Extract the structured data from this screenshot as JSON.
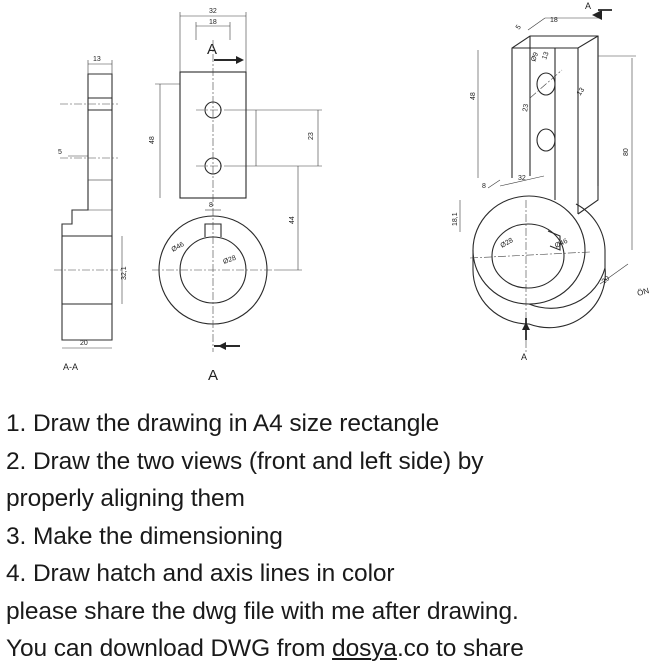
{
  "drawing": {
    "section_view": {
      "caption": "A-A",
      "dims": {
        "top_width": "13",
        "step": "5",
        "lower_height": "32,1",
        "base_width": "20"
      }
    },
    "front_view": {
      "section_letter_top": "A",
      "section_letter_bottom": "A",
      "dims": {
        "overall_width": "32",
        "inner_width": "18",
        "height": "48",
        "hole_spacing": "23",
        "center_distance": "44",
        "keyway_width": "8",
        "outer_diameter": "Ø46",
        "inner_diameter": "Ø28"
      }
    },
    "iso_view": {
      "section_letter_top": "A",
      "section_letter_bottom": "A",
      "dims": {
        "top_width": "18",
        "slot": "5",
        "hole_dia": "Ø9",
        "offset": "13",
        "upright_height": "48",
        "hole_spacing": "23",
        "side": "13",
        "total_height": "80",
        "keyway": "8",
        "width": "32",
        "boss_height": "18,1",
        "inner_diameter": "Ø28",
        "outer_diameter": "Ø46",
        "thickness": "20",
        "marker": "ÖN"
      }
    }
  },
  "instructions": {
    "line1": "1. Draw the drawing in A4 size rectangle",
    "line2": "2. Draw the two views (front and left side) by",
    "line3": "properly aligning them",
    "line4": "3. Make the dimensioning",
    "line5": "4. Draw hatch and axis lines in color",
    "line6": "please share the dwg file with me after drawing.",
    "line7_prefix": "You can download DWG from ",
    "line7_link_a": "dos",
    "line7_link_b": "ya",
    "line7_suffix": ".co to share"
  }
}
